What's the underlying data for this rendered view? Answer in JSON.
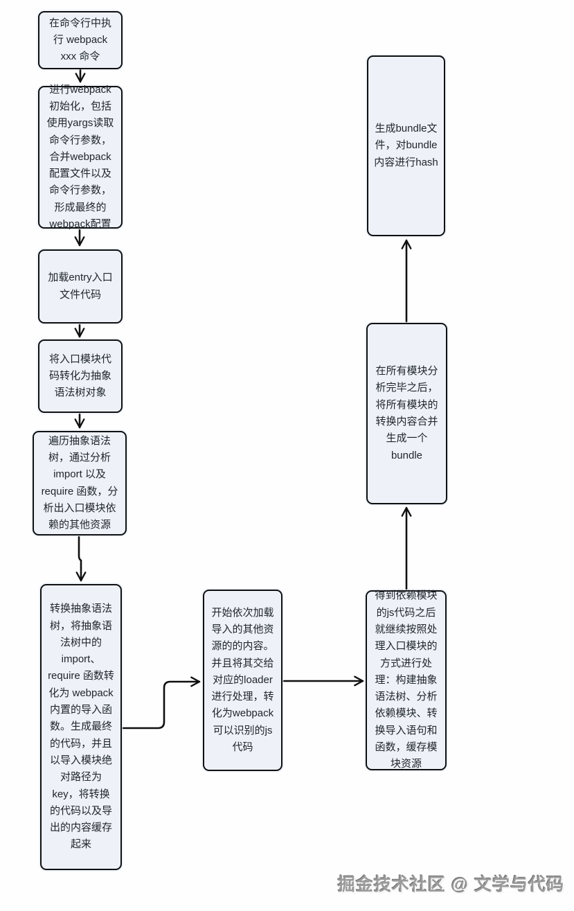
{
  "theme": {
    "node_fill": "#eef1f8",
    "node_border": "#0f0f0f",
    "arrow_color": "#0f0f0f",
    "text_color": "#20262e",
    "background": "#ffffff"
  },
  "watermark": {
    "text": "掘金技术社区 @ 文学与代码"
  },
  "flowchart": {
    "nodes": [
      {
        "id": "run-command",
        "label": "在命令行中执行 webpack xxx 命令"
      },
      {
        "id": "init",
        "label": "进行webpack初始化，包括使用yargs读取命令行参数，合并webpack配置文件以及命令行参数，形成最终的webpack配置"
      },
      {
        "id": "load-entry",
        "label": "加载entry入口文件代码"
      },
      {
        "id": "to-ast",
        "label": "将入口模块代码转化为抽象语法树对象"
      },
      {
        "id": "traverse-ast",
        "label": "遍历抽象语法树，通过分析 import 以及 require 函数，分析出入口模块依赖的其他资源"
      },
      {
        "id": "transform-ast",
        "label": "转换抽象语法树，将抽象语法树中的 import、require 函数转化为 webpack 内置的导入函数。生成最终的代码，并且以导入模块绝对路径为key，将转换的代码以及导出的内容缓存起来"
      },
      {
        "id": "load-deps",
        "label": "开始依次加载导入的其他资源的的内容。并且将其交给对应的loader进行处理，转化为webpack可以识别的js代码"
      },
      {
        "id": "process-deps",
        "label": "得到依赖模块的js代码之后就继续按照处理入口模块的方式进行处理：构建抽象语法树、分析依赖模块、转换导入语句和函数，缓存模块资源"
      },
      {
        "id": "merge-bundle",
        "label": "在所有模块分析完毕之后，将所有模块的转换内容合并生成一个 bundle"
      },
      {
        "id": "emit-bundle",
        "label": "生成bundle文件，对bundle内容进行hash"
      }
    ],
    "edges": [
      {
        "from": "run-command",
        "to": "init"
      },
      {
        "from": "init",
        "to": "load-entry"
      },
      {
        "from": "load-entry",
        "to": "to-ast"
      },
      {
        "from": "to-ast",
        "to": "traverse-ast"
      },
      {
        "from": "traverse-ast",
        "to": "transform-ast"
      },
      {
        "from": "transform-ast",
        "to": "load-deps"
      },
      {
        "from": "load-deps",
        "to": "process-deps"
      },
      {
        "from": "process-deps",
        "to": "merge-bundle"
      },
      {
        "from": "merge-bundle",
        "to": "emit-bundle"
      }
    ]
  }
}
